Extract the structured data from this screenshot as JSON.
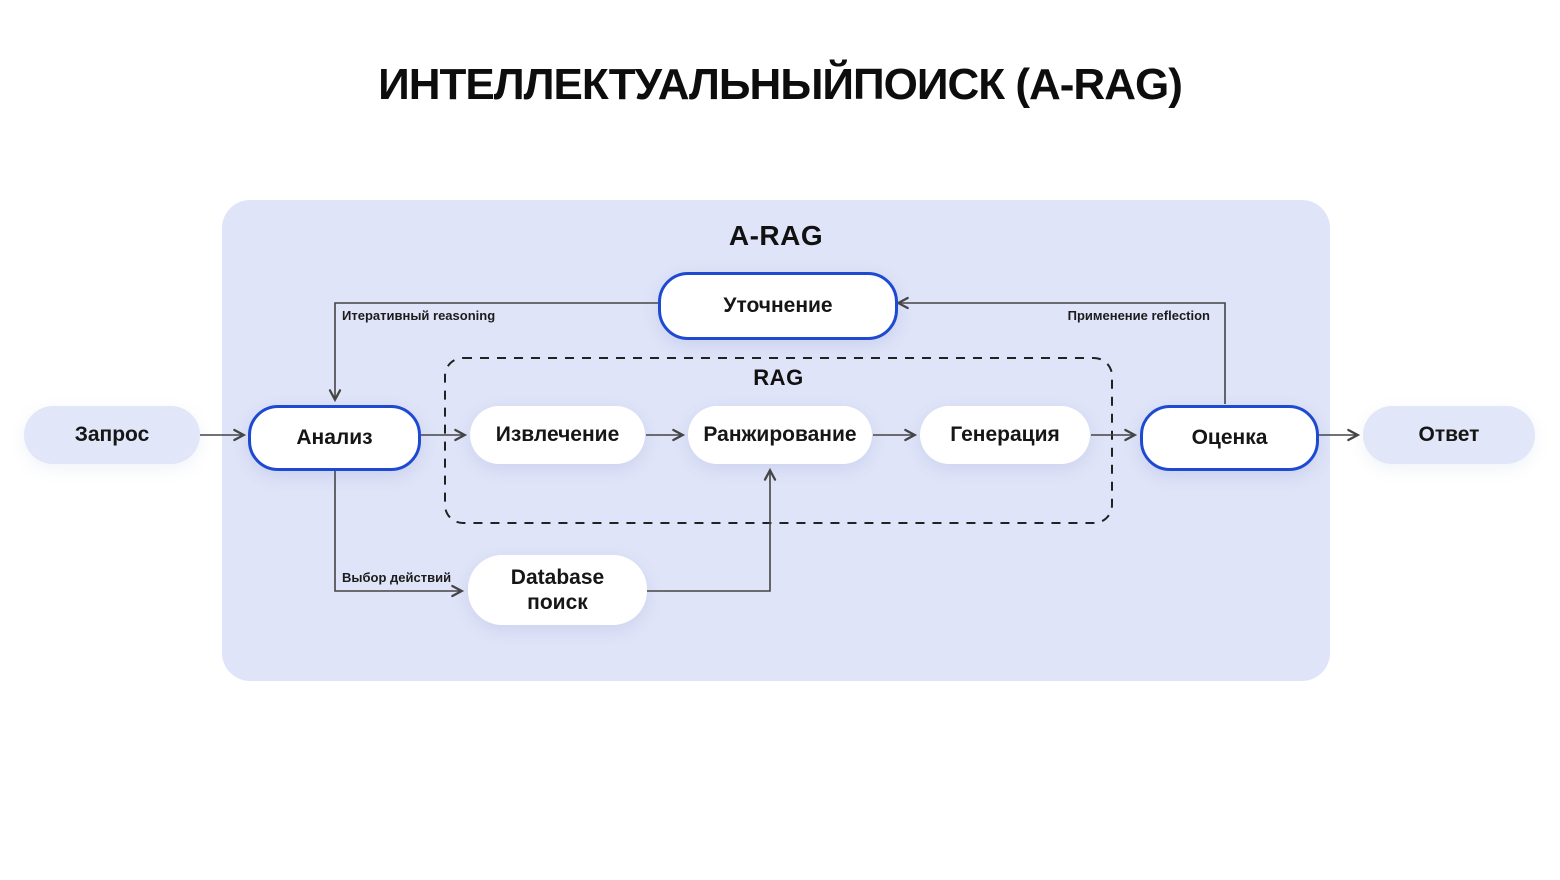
{
  "title": "ИНТЕЛЛЕКТУАЛЬНЫЙПОИСК (A-RAG)",
  "container": {
    "label": "A-RAG"
  },
  "rag_group": {
    "label": "RAG"
  },
  "nodes": {
    "query": {
      "label": "Запрос"
    },
    "analysis": {
      "label": "Анализ"
    },
    "retrieval": {
      "label": "Извлечение"
    },
    "ranking": {
      "label": "Ранжирование"
    },
    "generation": {
      "label": "Генерация"
    },
    "evaluation": {
      "label": "Оценка"
    },
    "answer": {
      "label": "Ответ"
    },
    "refinement": {
      "label": "Уточнение"
    },
    "database": {
      "label_line1": "Database",
      "label_line2": "поиск"
    }
  },
  "edge_labels": {
    "iterative_reasoning": "Итеративный reasoning",
    "reflection": "Применение reflection",
    "action_choice": "Выбор действий"
  },
  "colors": {
    "container_bg": "#dfe4f8",
    "outer_node_bg": "#e1e6f8",
    "accent_border": "#1e4ad1",
    "wire": "#454545",
    "dashed_box": "#222222",
    "text": "#141414"
  }
}
